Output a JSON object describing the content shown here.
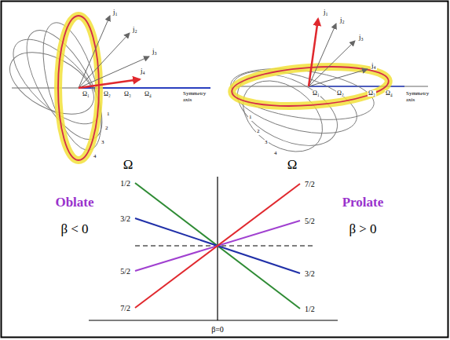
{
  "diagram": {
    "labels": [
      "j₁",
      "j₂",
      "j₃",
      "j₄",
      "Ω₁",
      "Ω₂",
      "Ω₃",
      "Ω₄",
      "Symmetry axis",
      "1",
      "2",
      "3",
      "4",
      "j₁",
      "j₂",
      "j₃",
      "j₄",
      "Ω₁",
      "Ω₂",
      "Ω₃",
      "Ω₄",
      "Symmetry axis",
      "1",
      "2",
      "3",
      "4",
      "Ω",
      "Oblate",
      "β < 0",
      "Ω",
      "Prolate",
      "β > 0",
      "1/2",
      "3/2",
      "5/2",
      "7/2",
      "7/2",
      "5/2",
      "3/2",
      "1/2",
      "β=0"
    ]
  }
}
